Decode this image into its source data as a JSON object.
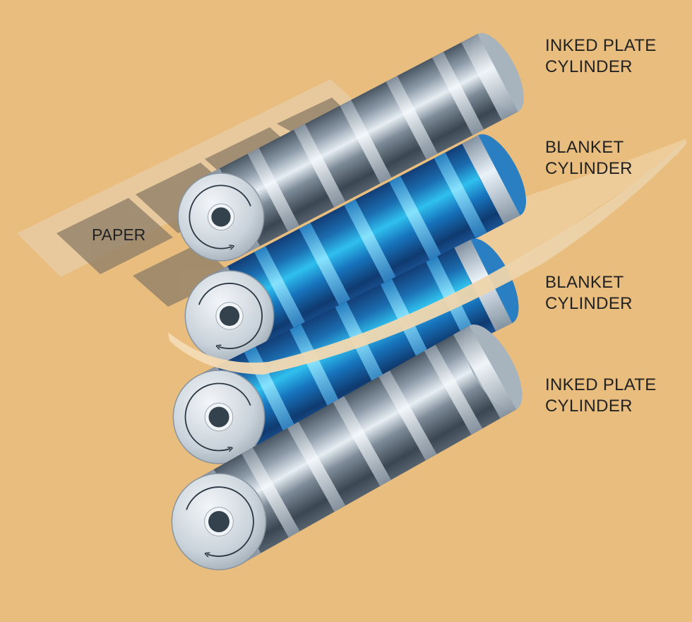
{
  "colors": {
    "background": "#e9bd7e",
    "paper": "#f4d9b0",
    "paper_print": "#8f7f68",
    "steel_dark": "#3d4a55",
    "steel_light": "#dfe7ee",
    "blanket_blue": "#1f8fd0",
    "blanket_dark": "#103c72",
    "text": "#222222"
  },
  "labels": {
    "top_plate": {
      "line1": "INKED PLATE",
      "line2": "CYLINDER"
    },
    "top_blanket": {
      "line1": "BLANKET",
      "line2": "CYLINDER"
    },
    "bottom_blanket": {
      "line1": "BLANKET",
      "line2": "CYLINDER"
    },
    "bottom_plate": {
      "line1": "INKED PLATE",
      "line2": "CYLINDER"
    },
    "paper": "PAPER"
  },
  "cylinders": [
    {
      "id": "top-plate",
      "kind": "plate",
      "rotation": "counterclockwise"
    },
    {
      "id": "top-blanket",
      "kind": "blanket",
      "rotation": "clockwise"
    },
    {
      "id": "bottom-blanket",
      "kind": "blanket",
      "rotation": "counterclockwise"
    },
    {
      "id": "bottom-plate",
      "kind": "plate",
      "rotation": "clockwise"
    }
  ],
  "icons": [
    "rotation-arrow-icon",
    "axle-hub-icon"
  ]
}
